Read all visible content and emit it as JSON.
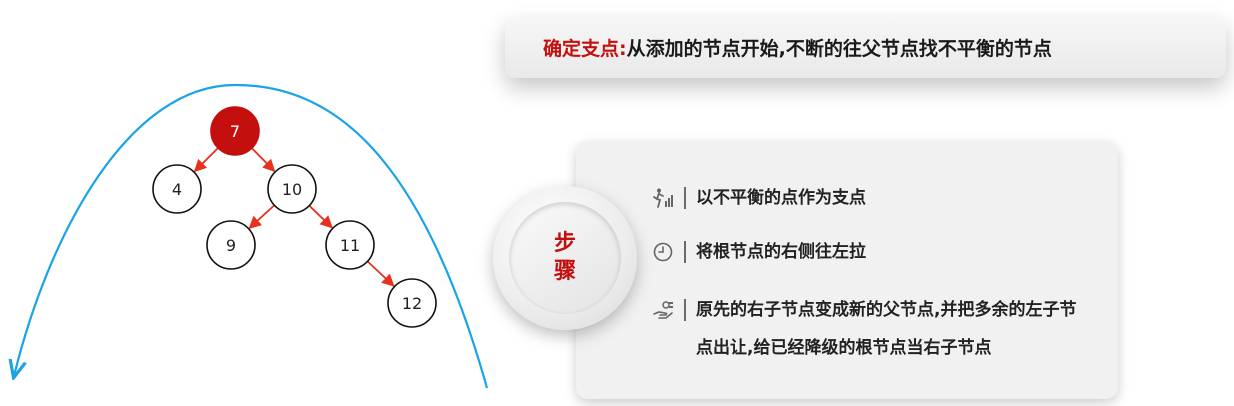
{
  "title": {
    "key": "确定支点:",
    "rest": "从添加的节点开始,不断的往父节点找不平衡的节点"
  },
  "badge": {
    "line1": "步",
    "line2": "骤"
  },
  "steps": [
    {
      "icon": "climber-bars-icon",
      "text": "以不平衡的点作为支点"
    },
    {
      "icon": "clock-icon",
      "text": "将根节点的右侧往左拉"
    },
    {
      "icon": "hand-coins-icon",
      "text": "原先的右子节点变成新的父节点,并把多余的左子节点出让,给已经降级的根节点当右子节点"
    }
  ],
  "tree": {
    "nodes": [
      {
        "label": "7",
        "highlight": true
      },
      {
        "label": "4"
      },
      {
        "label": "10"
      },
      {
        "label": "9"
      },
      {
        "label": "11"
      },
      {
        "label": "12"
      }
    ],
    "edges": [
      [
        "7",
        "4"
      ],
      [
        "7",
        "10"
      ],
      [
        "10",
        "9"
      ],
      [
        "10",
        "11"
      ],
      [
        "11",
        "12"
      ]
    ]
  },
  "colors": {
    "accent_red": "#c40f0f",
    "arc_blue": "#1aa3e8",
    "edge_red": "#e8301e"
  }
}
